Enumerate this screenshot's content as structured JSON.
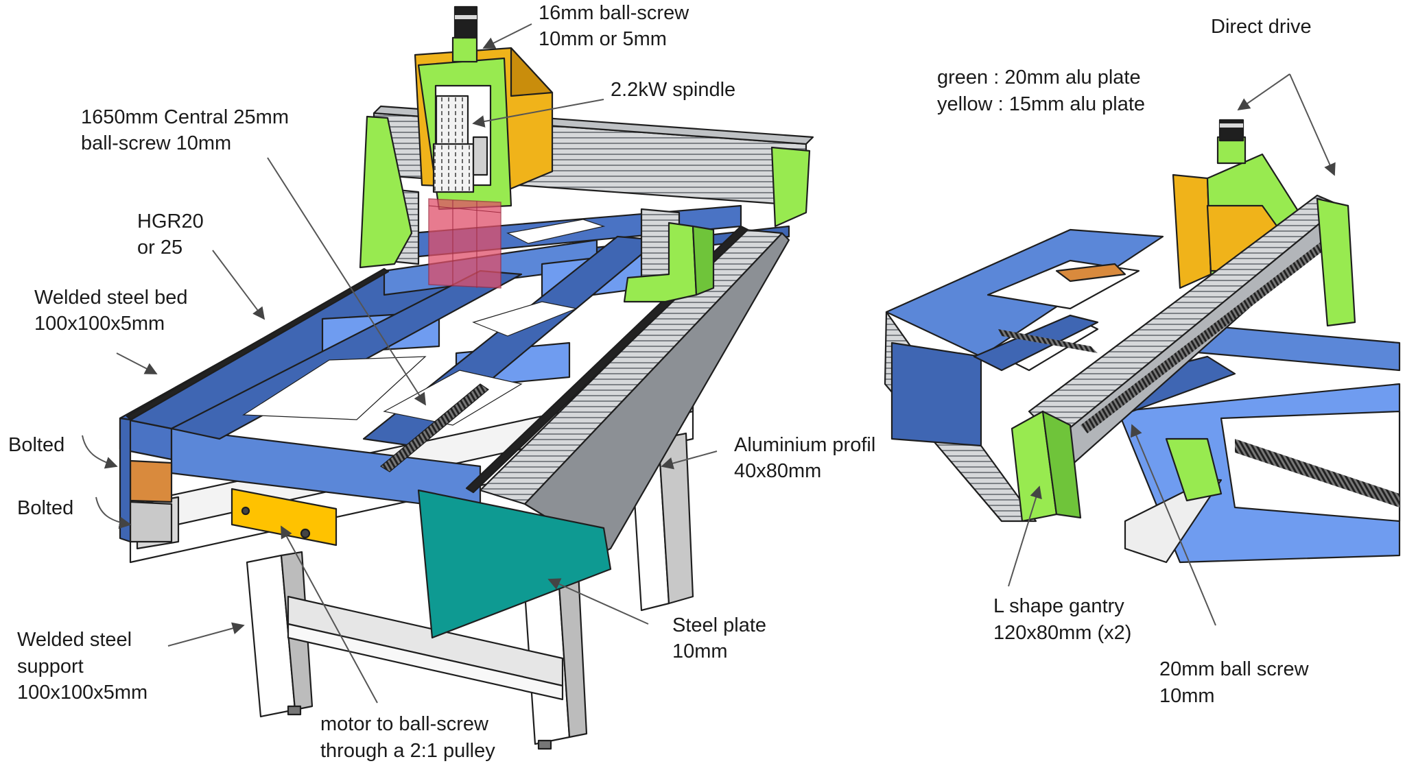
{
  "labels": {
    "ballscrew_16": [
      "16mm ball-screw",
      "10mm or 5mm"
    ],
    "spindle": "2.2kW spindle",
    "central_ballscrew": [
      "1650mm Central 25mm",
      "ball-screw 10mm"
    ],
    "hgr": [
      "HGR20",
      "or 25"
    ],
    "welded_bed": [
      "Welded steel bed",
      "100x100x5mm"
    ],
    "bolted_top": "Bolted",
    "bolted_bottom": "Bolted",
    "alu_profile": [
      "Aluminium profil",
      "40x80mm"
    ],
    "steel_plate": [
      "Steel plate",
      "10mm"
    ],
    "welded_support": [
      "Welded steel",
      "support",
      "100x100x5mm"
    ],
    "motor_pulley": [
      "motor to ball-screw",
      "through a 2:1 pulley"
    ],
    "direct_drive": "Direct drive",
    "plate_legend": [
      "green : 20mm alu plate",
      "yellow : 15mm alu plate"
    ],
    "l_gantry": [
      "L shape gantry",
      "120x80mm (x2)"
    ],
    "ballscrew_20": [
      "20mm ball screw",
      "10mm"
    ]
  },
  "colors": {
    "steel_blue": "#5b87d8",
    "steel_blue_light": "#6f9cf0",
    "steel_blue_dark": "#3f66b3",
    "green_plate": "#98ea50",
    "yellow_plate": "#f0b31a",
    "teal_plate": "#0e9a92",
    "orange_block": "#d98a3d",
    "motor_box": "#ffc200",
    "alu_grey": "#d8dadc",
    "spindle_red": "#e0506a",
    "support_white": "#f7f7f7",
    "support_grey": "#bdbdbd"
  }
}
